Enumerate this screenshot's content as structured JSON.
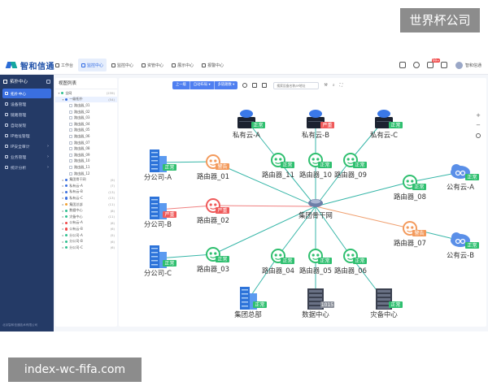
{
  "watermarks": {
    "top": "世界杯公司",
    "bottom": "index-wc-fifa.com"
  },
  "brand": {
    "name": "智和信通"
  },
  "topnav": [
    {
      "label": "工作台",
      "active": false
    },
    {
      "label": "监控中心",
      "active": true
    },
    {
      "label": "监控中心",
      "active": false
    },
    {
      "label": "资管中心",
      "active": false
    },
    {
      "label": "展示中心",
      "active": false
    },
    {
      "label": "报警中心",
      "active": false
    }
  ],
  "header": {
    "badge": "99+",
    "user": "智和信通"
  },
  "sidebar": {
    "title": "拓扑中心",
    "items": [
      {
        "label": "拓扑中心",
        "active": true,
        "arrow": ""
      },
      {
        "label": "设备管理",
        "active": false,
        "arrow": ""
      },
      {
        "label": "链路管理",
        "active": false,
        "arrow": ""
      },
      {
        "label": "自动发现",
        "active": false,
        "arrow": ""
      },
      {
        "label": "IP地址管理",
        "active": false,
        "arrow": ""
      },
      {
        "label": "IP安全审计",
        "active": false,
        "arrow": "›"
      },
      {
        "label": "业务管理",
        "active": false,
        "arrow": "›"
      },
      {
        "label": "统计分析",
        "active": false,
        "arrow": "›"
      }
    ],
    "footer": "北京智和信通技术有限公司"
  },
  "tree": {
    "title": "视图列表",
    "nodes": [
      {
        "label": "全网",
        "level": 0,
        "toggle": "▾",
        "count": "(239)",
        "dot": "#2fbf8f"
      },
      {
        "label": "一级拓扑",
        "level": 1,
        "toggle": "▾",
        "count": "(54)",
        "dot": "#3a6fe0",
        "selected": true
      },
      {
        "label": "路由器_01",
        "level": 2,
        "toggle": "",
        "count": ""
      },
      {
        "label": "路由器_02",
        "level": 2,
        "toggle": "",
        "count": ""
      },
      {
        "label": "路由器_03",
        "level": 2,
        "toggle": "",
        "count": ""
      },
      {
        "label": "路由器_04",
        "level": 2,
        "toggle": "",
        "count": ""
      },
      {
        "label": "路由器_05",
        "level": 2,
        "toggle": "",
        "count": ""
      },
      {
        "label": "路由器_06",
        "level": 2,
        "toggle": "",
        "count": ""
      },
      {
        "label": "路由器_07",
        "level": 2,
        "toggle": "",
        "count": ""
      },
      {
        "label": "路由器_08",
        "level": 2,
        "toggle": "",
        "count": ""
      },
      {
        "label": "路由器_09",
        "level": 2,
        "toggle": "",
        "count": ""
      },
      {
        "label": "路由器_10",
        "level": 2,
        "toggle": "",
        "count": ""
      },
      {
        "label": "路由器_11",
        "level": 2,
        "toggle": "",
        "count": ""
      },
      {
        "label": "路由器_12",
        "level": 2,
        "toggle": "",
        "count": ""
      },
      {
        "label": "集团骨干网",
        "level": 1,
        "toggle": "▸",
        "count": "(9)",
        "dot": "#3a6fe0"
      },
      {
        "label": "私有云-A",
        "level": 1,
        "toggle": "▸",
        "count": "(7)",
        "dot": "#3a6fe0"
      },
      {
        "label": "私有云-B",
        "level": 1,
        "toggle": "▸",
        "count": "(13)",
        "dot": "#3a6fe0"
      },
      {
        "label": "私有云-C",
        "level": 1,
        "toggle": "▸",
        "count": "(13)",
        "dot": "#3a6fe0"
      },
      {
        "label": "集团总部",
        "level": 1,
        "toggle": "▸",
        "count": "(11)",
        "dot": "#f0a030"
      },
      {
        "label": "数据中心",
        "level": 1,
        "toggle": "▸",
        "count": "(8)",
        "dot": "#2fbf8f"
      },
      {
        "label": "灾备中心",
        "level": 1,
        "toggle": "▸",
        "count": "(11)",
        "dot": "#2fbf8f"
      },
      {
        "label": "公有云-A",
        "level": 1,
        "toggle": "▸",
        "count": "(6)",
        "dot": "#f04848"
      },
      {
        "label": "公有云-B",
        "level": 1,
        "toggle": "▸",
        "count": "(6)",
        "dot": "#f04848"
      },
      {
        "label": "分公司-A",
        "level": 1,
        "toggle": "▸",
        "count": "(5)",
        "dot": "#2fbf8f"
      },
      {
        "label": "分公司-B",
        "level": 1,
        "toggle": "▸",
        "count": "(6)",
        "dot": "#2fbf8f"
      },
      {
        "label": "分公司-C",
        "level": 1,
        "toggle": "▸",
        "count": "(6)",
        "dot": "#2fbf8f"
      }
    ]
  },
  "toolbar": {
    "buttons": [
      "上一级",
      "自动布局 ▾",
      "多链路数 ▾"
    ],
    "search_placeholder": "搜索设备名称/IP地址"
  },
  "status_labels": {
    "normal": "正常",
    "severe": "严重",
    "warning": "警告",
    "count": "1015"
  },
  "colors": {
    "normal": "#2fbf6f",
    "severe": "#ef5a5a",
    "warning": "#f39a5c",
    "line": "#37b6a8",
    "line_warn": "#f0a070",
    "line_severe": "#f08080",
    "accent": "#3a6fe0",
    "sidebar": "#243a66"
  },
  "topology": {
    "hub": {
      "label": "集团骨干网",
      "icon": "core-switch"
    },
    "nodes": [
      {
        "id": "cloud-a",
        "label": "私有云-A",
        "icon": "private-cloud-server",
        "status": "normal"
      },
      {
        "id": "cloud-b",
        "label": "私有云-B",
        "icon": "private-cloud-server",
        "status": "severe"
      },
      {
        "id": "cloud-c",
        "label": "私有云-C",
        "icon": "private-cloud-server",
        "status": "normal"
      },
      {
        "id": "r11",
        "label": "路由器_11",
        "icon": "router",
        "status": "normal"
      },
      {
        "id": "r10",
        "label": "路由器_10",
        "icon": "router",
        "status": "normal"
      },
      {
        "id": "r09",
        "label": "路由器_09",
        "icon": "router",
        "status": "normal"
      },
      {
        "id": "r08",
        "label": "路由器_08",
        "icon": "router",
        "status": "normal"
      },
      {
        "id": "r01",
        "label": "路由器_01",
        "icon": "router",
        "status": "warning"
      },
      {
        "id": "r02",
        "label": "路由器_02",
        "icon": "router",
        "status": "severe"
      },
      {
        "id": "r03",
        "label": "路由器_03",
        "icon": "router",
        "status": "normal"
      },
      {
        "id": "r04",
        "label": "路由器_04",
        "icon": "router",
        "status": "normal"
      },
      {
        "id": "r05",
        "label": "路由器_05",
        "icon": "router",
        "status": "normal"
      },
      {
        "id": "r06",
        "label": "路由器_06",
        "icon": "router",
        "status": "normal"
      },
      {
        "id": "r07",
        "label": "路由器_07",
        "icon": "router",
        "status": "warning"
      },
      {
        "id": "pub-a",
        "label": "公有云-A",
        "icon": "public-cloud",
        "status": "normal"
      },
      {
        "id": "pub-b",
        "label": "公有云-B",
        "icon": "public-cloud",
        "status": "normal"
      },
      {
        "id": "br-a",
        "label": "分公司-A",
        "icon": "branch-building",
        "status": "normal"
      },
      {
        "id": "br-b",
        "label": "分公司-B",
        "icon": "branch-building",
        "status": "severe"
      },
      {
        "id": "br-c",
        "label": "分公司-C",
        "icon": "branch-building",
        "status": "normal"
      },
      {
        "id": "hq",
        "label": "集团总部",
        "icon": "headquarters-building",
        "status": "normal"
      },
      {
        "id": "dc",
        "label": "数据中心",
        "icon": "data-center-rack",
        "status": "count"
      },
      {
        "id": "dr",
        "label": "灾备中心",
        "icon": "disaster-recovery-rack",
        "status": "normal"
      }
    ],
    "links": [
      {
        "from": "hub",
        "to": "r11"
      },
      {
        "from": "hub",
        "to": "r10"
      },
      {
        "from": "hub",
        "to": "r09"
      },
      {
        "from": "hub",
        "to": "r08"
      },
      {
        "from": "hub",
        "to": "r01"
      },
      {
        "from": "hub",
        "to": "r02",
        "kind": "severe"
      },
      {
        "from": "hub",
        "to": "r03"
      },
      {
        "from": "hub",
        "to": "r04"
      },
      {
        "from": "hub",
        "to": "r05"
      },
      {
        "from": "hub",
        "to": "r06"
      },
      {
        "from": "hub",
        "to": "r07",
        "kind": "warn"
      },
      {
        "from": "r11",
        "to": "cloud-a"
      },
      {
        "from": "r10",
        "to": "cloud-b"
      },
      {
        "from": "r09",
        "to": "cloud-c"
      },
      {
        "from": "r08",
        "to": "pub-a"
      },
      {
        "from": "r07",
        "to": "pub-b"
      },
      {
        "from": "r01",
        "to": "br-a"
      },
      {
        "from": "r02",
        "to": "br-b",
        "kind": "severe"
      },
      {
        "from": "r03",
        "to": "br-c"
      },
      {
        "from": "r04",
        "to": "hq"
      },
      {
        "from": "r05",
        "to": "dc"
      },
      {
        "from": "r06",
        "to": "dr"
      }
    ]
  }
}
